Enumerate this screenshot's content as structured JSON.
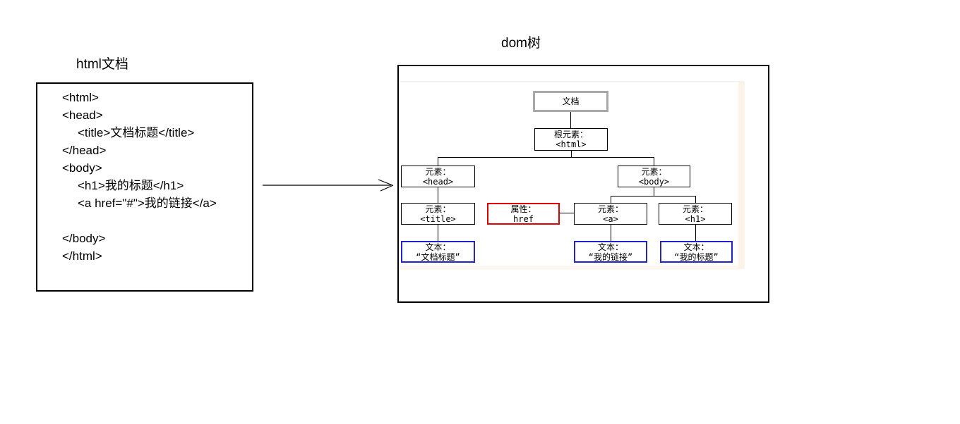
{
  "left_panel": {
    "title": "html文档",
    "code_lines": [
      "<html>",
      "<head>",
      "<title>文档标题</title>",
      "</head>",
      "<body>",
      "<h1>我的标题</h1>",
      "<a href=\"#\">我的链接</a>",
      "",
      "</body>",
      "</html>"
    ]
  },
  "dom_panel": {
    "title": "dom树",
    "nodes": {
      "document": {
        "line1": "文档",
        "line2": ""
      },
      "root": {
        "line1": "根元素：",
        "line2": "<html>"
      },
      "head": {
        "line1": "元素：",
        "line2": "<head>"
      },
      "body": {
        "line1": "元素：",
        "line2": "<body>"
      },
      "title_el": {
        "line1": "元素：",
        "line2": "<title>"
      },
      "attr": {
        "line1": "属性：",
        "line2": "href"
      },
      "a_el": {
        "line1": "元素：",
        "line2": "<a>"
      },
      "h1_el": {
        "line1": "元素：",
        "line2": "<h1>"
      },
      "text_title": {
        "line1": "文本：",
        "line2": "“文档标题”"
      },
      "text_link": {
        "line1": "文本：",
        "line2": "“我的链接”"
      },
      "text_heading": {
        "line1": "文本：",
        "line2": "“我的标题”"
      }
    },
    "colors": {
      "document_border": "#a8a8a8",
      "element_border": "#000000",
      "attribute_border": "#e00000",
      "text_border": "#2222cc",
      "connector": "#000000"
    }
  }
}
